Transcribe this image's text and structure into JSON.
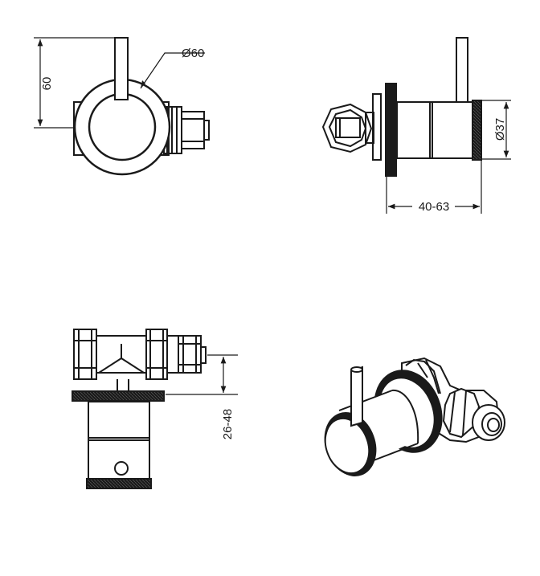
{
  "dimensions": {
    "front_diameter": "Ø60",
    "front_height": "60",
    "side_diameter": "Ø37",
    "side_projection": "40-63",
    "top_depth": "26-48"
  },
  "colors": {
    "line": "#1a1a1a",
    "background": "#ffffff"
  }
}
